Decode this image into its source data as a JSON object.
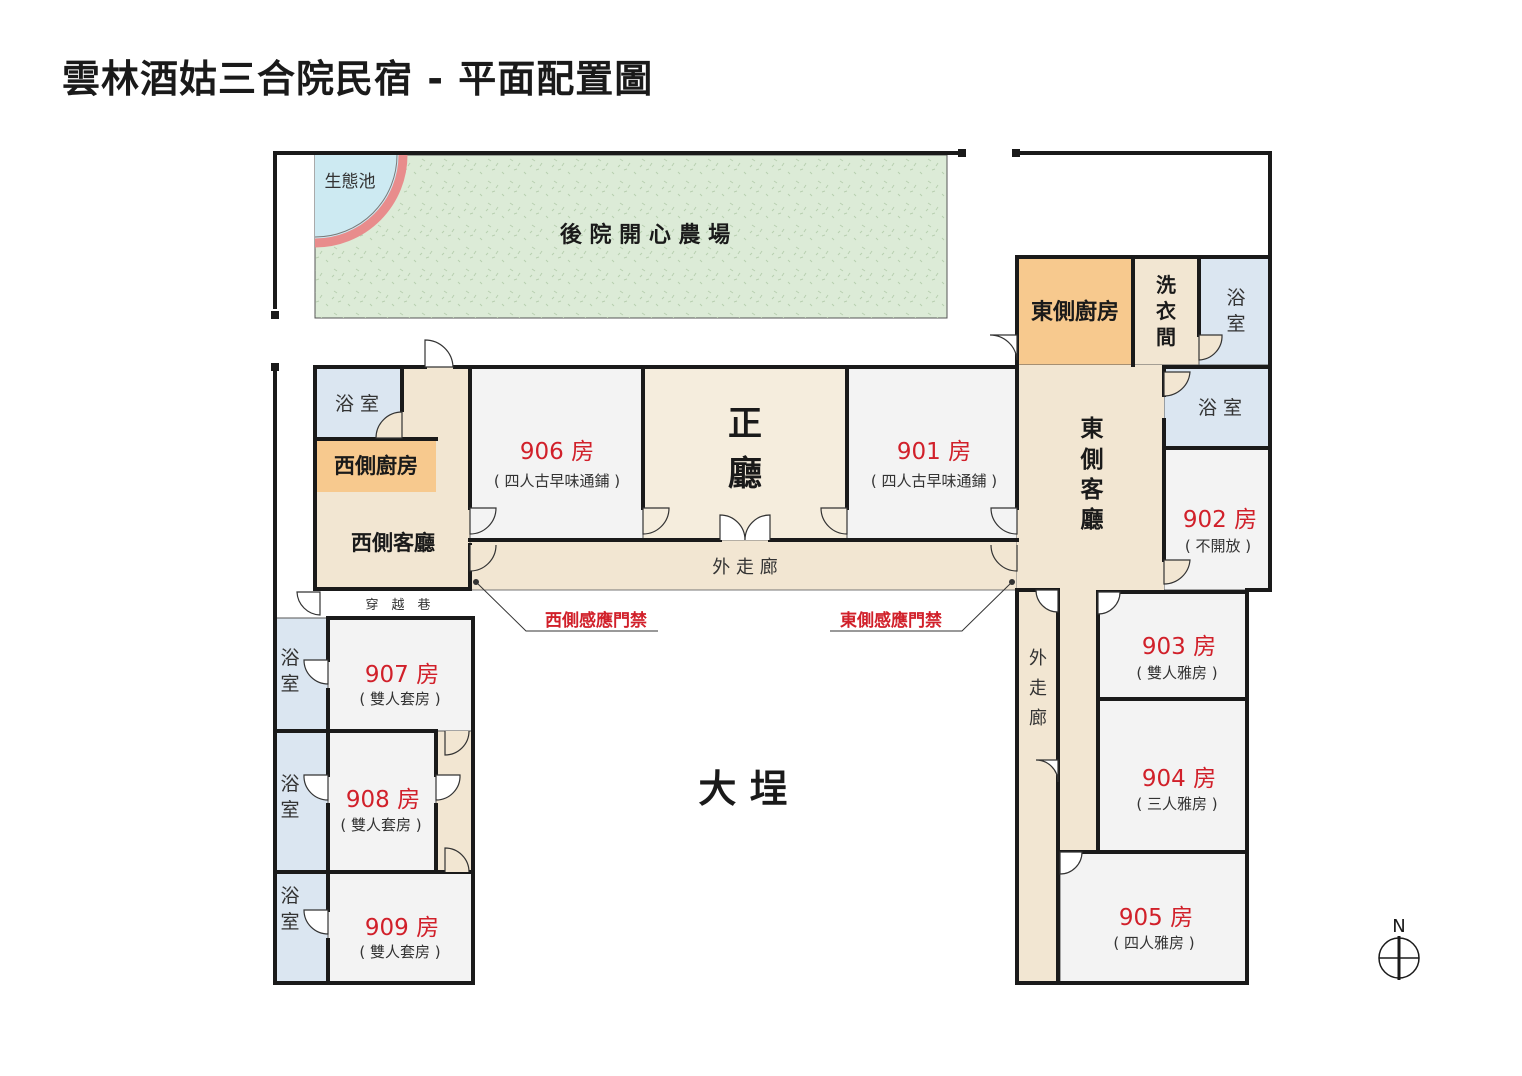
{
  "title": "雲林酒姑三合院民宿 - 平面配置圖",
  "colors": {
    "wall": "#1a1a1a",
    "farm": "#dcebd7",
    "pond": "#cdeaf2",
    "pond_edge": "#e88c8c",
    "bath": "#dbe6f1",
    "kitchen": "#f7c98e",
    "corridor": "#f2e6d2",
    "hall": "#f5eddd",
    "room": "#f3f3f3",
    "room_number": "#d1202a",
    "sensor_label": "#d1202a"
  },
  "labels": {
    "pond": "生態池",
    "farm": "後 院 開 心 農 場",
    "east_kitchen": "東側廚房",
    "laundry": [
      "洗",
      "衣",
      "間"
    ],
    "bath_horizontal": "浴 室",
    "bath_vertical": [
      "浴",
      "室"
    ],
    "west_kitchen": "西側廚房",
    "west_living": "西側客廳",
    "main_hall": [
      "正",
      "廳"
    ],
    "east_living": [
      "東",
      "側",
      "客",
      "廳"
    ],
    "outer_corridor": "外 走 廊",
    "outer_corridor_vertical": [
      "外",
      "走",
      "廊"
    ],
    "passage": "穿　越　巷",
    "west_sensor": "西側感應門禁",
    "east_sensor": "東側感應門禁",
    "courtyard": "大 埕",
    "north": "N"
  },
  "rooms": [
    {
      "number": "906 房",
      "note": "( 四人古早味通鋪 )"
    },
    {
      "number": "901 房",
      "note": "( 四人古早味通鋪 )"
    },
    {
      "number": "902 房",
      "note": "( 不開放 )"
    },
    {
      "number": "903 房",
      "note": "( 雙人雅房 )"
    },
    {
      "number": "904 房",
      "note": "( 三人雅房 )"
    },
    {
      "number": "905 房",
      "note": "( 四人雅房 )"
    },
    {
      "number": "907 房",
      "note": "( 雙人套房 )"
    },
    {
      "number": "908 房",
      "note": "( 雙人套房 )"
    },
    {
      "number": "909 房",
      "note": "( 雙人套房 )"
    }
  ]
}
